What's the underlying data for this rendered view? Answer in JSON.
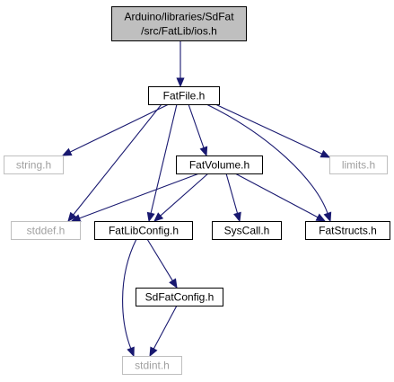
{
  "diagram": {
    "nodes": [
      {
        "id": "ios",
        "kind": "root",
        "lines": [
          "Arduino/libraries/SdFat",
          "/src/FatLib/ios.h"
        ]
      },
      {
        "id": "fatfile",
        "kind": "local",
        "lines": [
          "FatFile.h"
        ]
      },
      {
        "id": "string",
        "kind": "system",
        "lines": [
          "string.h"
        ]
      },
      {
        "id": "fatvolume",
        "kind": "local",
        "lines": [
          "FatVolume.h"
        ]
      },
      {
        "id": "limits",
        "kind": "system",
        "lines": [
          "limits.h"
        ]
      },
      {
        "id": "stddef",
        "kind": "system",
        "lines": [
          "stddef.h"
        ]
      },
      {
        "id": "fatlibconfig",
        "kind": "local",
        "lines": [
          "FatLibConfig.h"
        ]
      },
      {
        "id": "syscall",
        "kind": "local",
        "lines": [
          "SysCall.h"
        ]
      },
      {
        "id": "fatstructs",
        "kind": "local",
        "lines": [
          "FatStructs.h"
        ]
      },
      {
        "id": "sdfatconfig",
        "kind": "local",
        "lines": [
          "SdFatConfig.h"
        ]
      },
      {
        "id": "stdint",
        "kind": "system",
        "lines": [
          "stdint.h"
        ]
      }
    ],
    "edges": [
      {
        "from": "ios",
        "to": "fatfile"
      },
      {
        "from": "fatfile",
        "to": "string"
      },
      {
        "from": "fatfile",
        "to": "stddef"
      },
      {
        "from": "fatfile",
        "to": "fatlibconfig"
      },
      {
        "from": "fatfile",
        "to": "fatvolume"
      },
      {
        "from": "fatfile",
        "to": "fatstructs"
      },
      {
        "from": "fatfile",
        "to": "limits"
      },
      {
        "from": "fatvolume",
        "to": "stddef"
      },
      {
        "from": "fatvolume",
        "to": "fatlibconfig"
      },
      {
        "from": "fatvolume",
        "to": "syscall"
      },
      {
        "from": "fatvolume",
        "to": "fatstructs"
      },
      {
        "from": "fatlibconfig",
        "to": "sdfatconfig"
      },
      {
        "from": "fatlibconfig",
        "to": "stdint"
      },
      {
        "from": "sdfatconfig",
        "to": "stdint"
      }
    ]
  }
}
